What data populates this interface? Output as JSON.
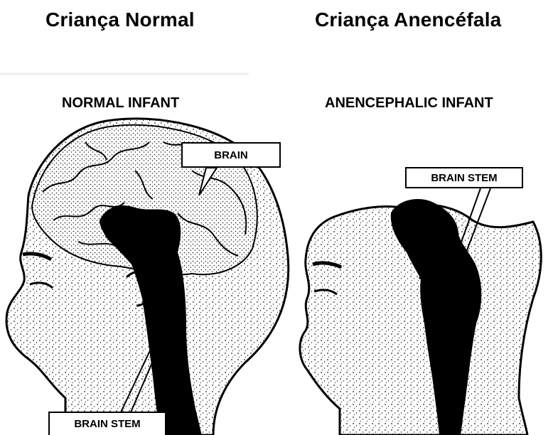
{
  "titles": {
    "left": "Criança Normal",
    "right": "Criança Anencéfala"
  },
  "subtitles": {
    "left": "NORMAL INFANT",
    "right": "ANENCEPHALIC INFANT"
  },
  "labels": {
    "brain": "BRAIN",
    "brain_stem_right": "BRAIN STEM",
    "brain_stem_left": "BRAIN STEM"
  },
  "colors": {
    "ink": "#000000",
    "paper": "#ffffff",
    "stipple": "#1a1a1a"
  }
}
